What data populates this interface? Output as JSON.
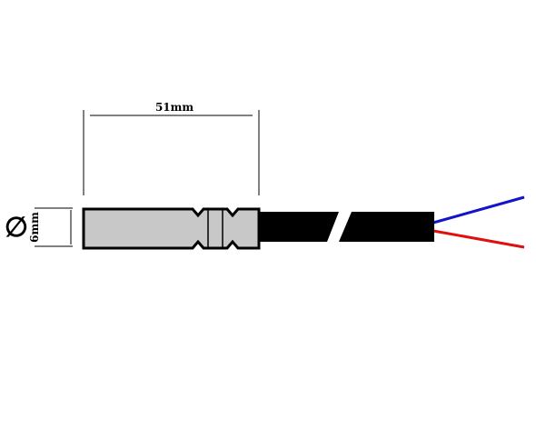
{
  "dimensions": {
    "length_label": "51mm",
    "diameter_symbol": "∅",
    "diameter_label": "6mm"
  },
  "colors": {
    "background": "#ffffff",
    "probe_body": "#c8c8c8",
    "outline": "#000000",
    "cable": "#000000",
    "wire_blue": "#1414c8",
    "wire_red": "#e01010",
    "dimension_line": "#000000"
  },
  "parts": {
    "probe": "temperature-sensor-probe",
    "cable": "black-cable",
    "wires": [
      "blue-wire",
      "red-wire"
    ]
  }
}
